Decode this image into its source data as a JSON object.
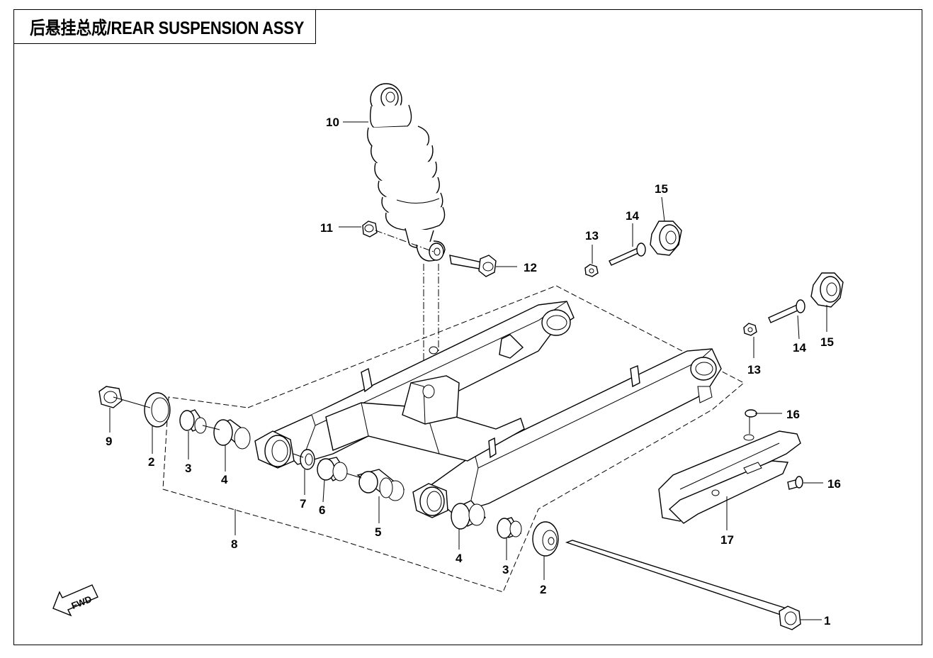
{
  "title": "后悬挂总成/REAR SUSPENSION  ASSY",
  "fwd_label": "FWD",
  "callouts": {
    "c1": "1",
    "c2a": "2",
    "c2b": "2",
    "c3a": "3",
    "c3b": "3",
    "c4a": "4",
    "c4b": "4",
    "c5": "5",
    "c6": "6",
    "c7": "7",
    "c8": "8",
    "c9": "9",
    "c10": "10",
    "c11": "11",
    "c12": "12",
    "c13a": "13",
    "c13b": "13",
    "c14a": "14",
    "c14b": "14",
    "c15a": "15",
    "c15b": "15",
    "c16a": "16",
    "c16b": "16",
    "c17": "17"
  }
}
